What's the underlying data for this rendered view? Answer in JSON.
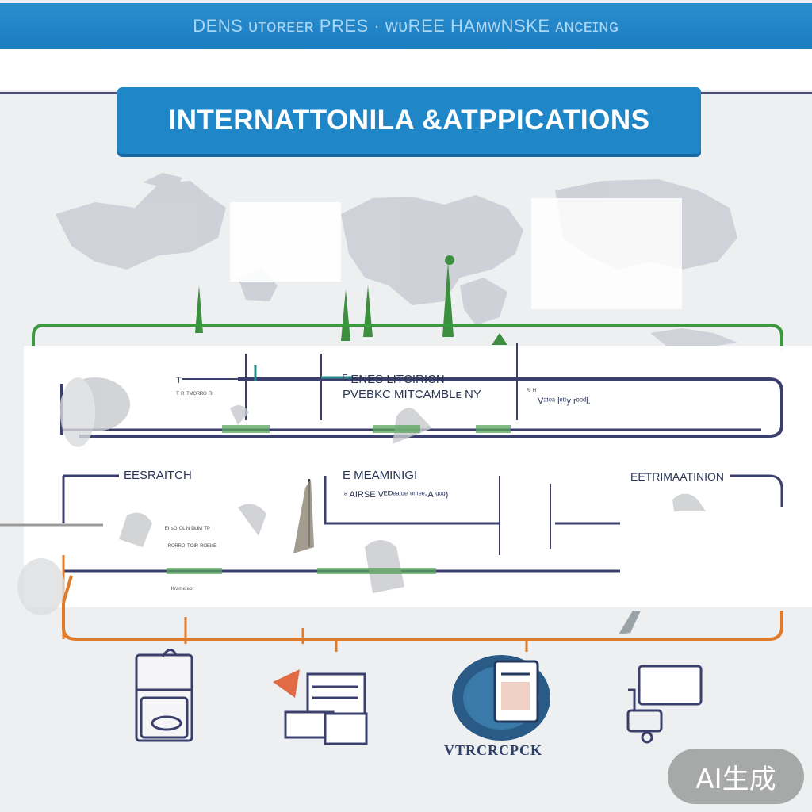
{
  "banner": {
    "text": "DENS ᴜᴛᴏʀᴇᴇʀ PRES · ᴡᴜREE HAᴍᴡNSKE  ᴀɴᴄᴇɪɴɢ"
  },
  "title": {
    "text": "INTERNATTONILA &ATPPICATIONS"
  },
  "row1": {
    "label_a_top": "T",
    "label_a_sub": "ᵀ ᴿ ᵀᴹᴼᴿᴿᴼ ᴿᴵ",
    "label_b_top": "ᴱ ENES LITCIRICN",
    "label_b_sub": "PVEBKC MITCAMBLᴇ NY",
    "label_c_top": "ᴿᴵ ᴴ",
    "label_c_sub": "Vᵃᵗᵉᵃ lᵉᵗᵗy rᵒᵒᵈl."
  },
  "row2": {
    "left_title": "EESRAITCH",
    "mid_title": "E MEAMINIGI",
    "mid_sub": "ᵃ AIRSE Vᴱᴵᴰᵉᵃᵗᵍᵉ ᵒᵐᵉᵉ-A ᵍᵒᵍ)",
    "right_title": "EETRIMAATINION",
    "left_note_1": "ᴱᴵ ˢᴼ ᴼᴸᴵᴺ ᴰᴸᴵᴹ ᵀᴾ",
    "left_note_2": "ᴿᴼᴿᴿᴼ ᵀᴼᴵᴿ ᴿᴼᴱᴵˢᴱ",
    "left_note_3": "ᴷʳᵃᵐᵉᵗᵉᵒʳ"
  },
  "footer": {
    "label": "VTRCRCPCK"
  },
  "badge": {
    "text": "AI生成"
  },
  "colors": {
    "banner": "#1b7cc0",
    "title_box": "#1f86c8",
    "green_frame": "#3a9a3e",
    "navy_frame": "#3b3f6b",
    "orange_frame": "#e07b2a",
    "map": "#c9ccd3"
  }
}
